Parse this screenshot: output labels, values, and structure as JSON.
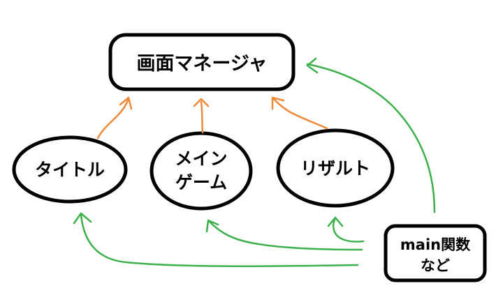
{
  "nodes": {
    "manager": {
      "label": "画面マネージャ"
    },
    "title": {
      "label": "タイトル"
    },
    "maingame": {
      "line1": "メイン",
      "line2": "ゲーム"
    },
    "result": {
      "label": "リザルト"
    },
    "mainfunc": {
      "line1": "main関数",
      "line2": "など"
    }
  },
  "colors": {
    "stroke": "#000000",
    "orange": "#f0883a",
    "green": "#3cb04a"
  }
}
